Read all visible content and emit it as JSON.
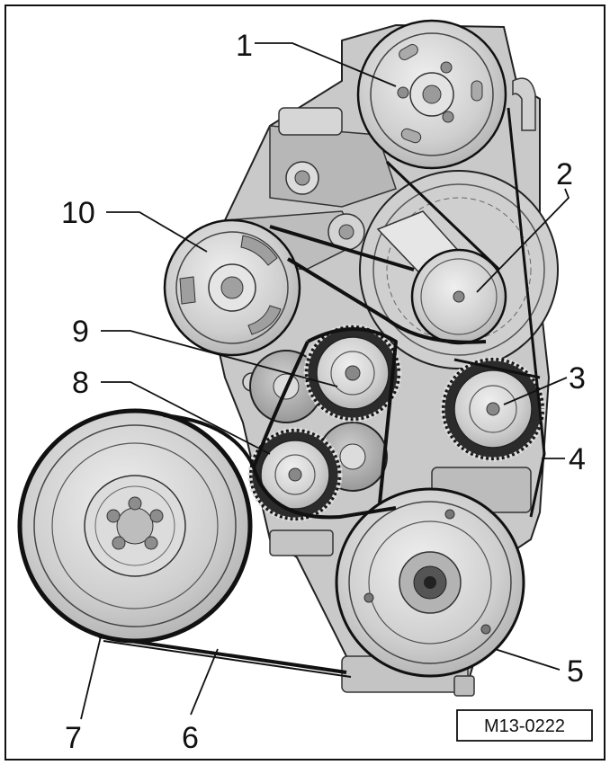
{
  "diagram": {
    "reference_code": "M13-0222",
    "callouts": [
      {
        "id": "c1",
        "label": "1"
      },
      {
        "id": "c2",
        "label": "2"
      },
      {
        "id": "c3",
        "label": "3"
      },
      {
        "id": "c4",
        "label": "4"
      },
      {
        "id": "c5",
        "label": "5"
      },
      {
        "id": "c6",
        "label": "6"
      },
      {
        "id": "c7",
        "label": "7"
      },
      {
        "id": "c8",
        "label": "8"
      },
      {
        "id": "c9",
        "label": "9"
      },
      {
        "id": "c10",
        "label": "10"
      }
    ],
    "colors": {
      "ink": "#111111",
      "metal_light": "#d9d9d9",
      "metal_mid": "#b5b5b5",
      "metal_dark": "#8e8e8e",
      "paper": "#ffffff"
    }
  }
}
